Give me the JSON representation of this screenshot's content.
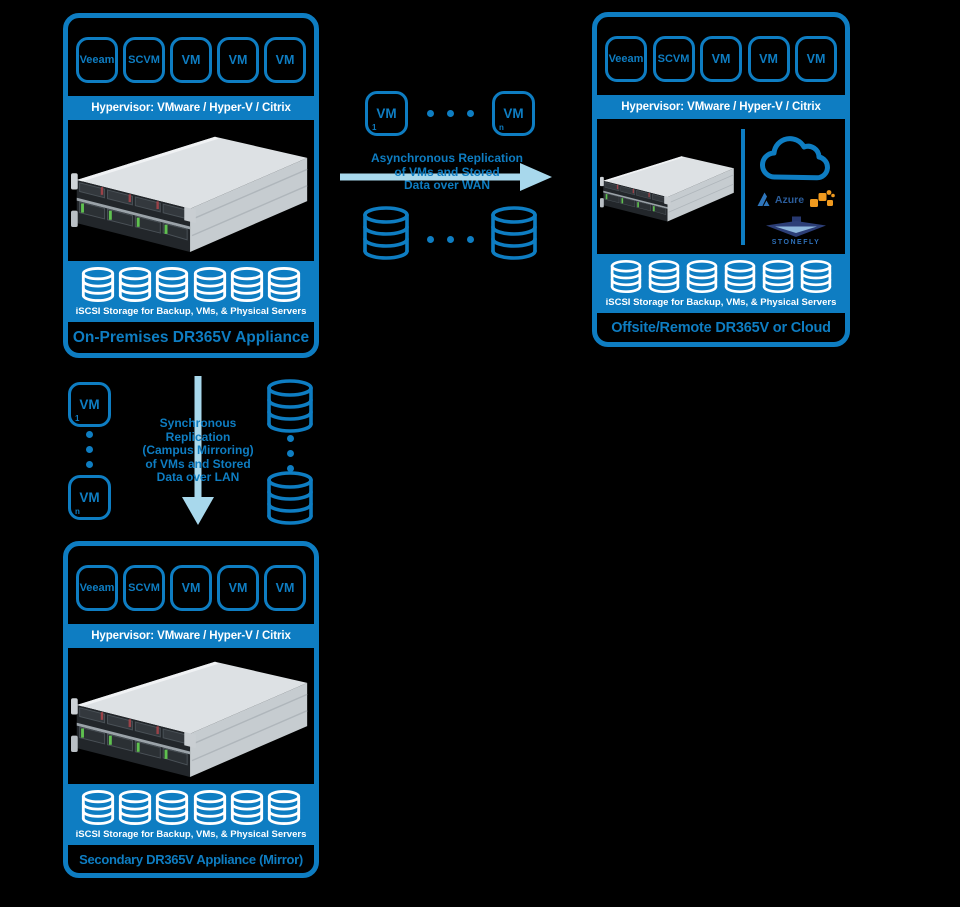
{
  "colors": {
    "primary_blue": "#0e7dc2",
    "light_arrow_blue": "#a8d8ec",
    "white": "#ffffff",
    "aws_orange": "#f09a1f",
    "stonefly_navy": "#2c3e77",
    "azure_blue": "#2e76bc"
  },
  "boxes": {
    "onprem": {
      "vm_chips": [
        "Veeam",
        "SCVM",
        "VM",
        "VM",
        "VM"
      ],
      "hypervisor": "Hypervisor: VMware / Hyper-V / Citrix",
      "storage_label": "iSCSI Storage for Backup, VMs, & Physical Servers",
      "title": "On-Premises DR365V Appliance"
    },
    "offsite": {
      "vm_chips": [
        "Veeam",
        "SCVM",
        "VM",
        "VM",
        "VM"
      ],
      "hypervisor": "Hypervisor: VMware / Hyper-V / Citrix",
      "storage_label": "iSCSI Storage for Backup, VMs, & Physical Servers",
      "title": "Offsite/Remote DR365V  or Cloud",
      "cloud_partners": {
        "azure": "Azure",
        "stonefly": "STONEFLY"
      }
    },
    "secondary": {
      "vm_chips": [
        "Veeam",
        "SCVM",
        "VM",
        "VM",
        "VM"
      ],
      "hypervisor": "Hypervisor: VMware / Hyper-V / Citrix",
      "storage_label": "iSCSI Storage for Backup, VMs, & Physical Servers",
      "title": "Secondary DR365V Appliance (Mirror)"
    }
  },
  "flows": {
    "async": {
      "lines": [
        "Asynchronous Replication",
        "of VMs and Stored",
        "Data over WAN"
      ],
      "vm_first": "VM",
      "vm_first_sub": "1",
      "vm_last": "VM",
      "vm_last_sub": "n"
    },
    "sync": {
      "lines": [
        "Synchronous Replication",
        "(Campus Mirroring)",
        "of VMs and Stored",
        "Data over LAN"
      ],
      "vm_first": "VM",
      "vm_first_sub": "1",
      "vm_last": "VM",
      "vm_last_sub": "n"
    }
  }
}
